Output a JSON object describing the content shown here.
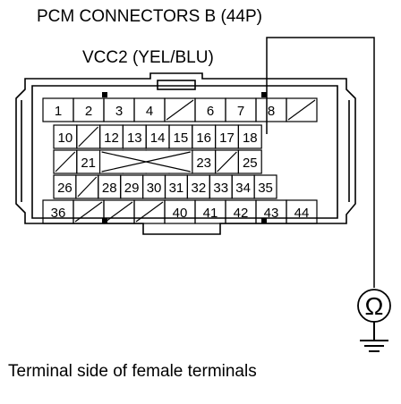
{
  "header": {
    "title": "PCM CONNECTORS B (44P)",
    "wire_label": "VCC2 (YEL/BLU)"
  },
  "footer": {
    "caption": "Terminal side of female terminals"
  },
  "meter": {
    "symbol": "Ω",
    "icon": "ohmmeter-icon"
  },
  "ground": {
    "icon": "ground-icon"
  },
  "probe_terminal": "18",
  "connector": {
    "rows": [
      [
        "1",
        "2",
        "3",
        "4",
        "/",
        "6",
        "7",
        "8",
        "/"
      ],
      [
        "10",
        "/",
        "12",
        "13",
        "14",
        "15",
        "16",
        "17",
        "18"
      ],
      [
        "/",
        "21",
        "X",
        "X",
        "X",
        "X",
        "23",
        "/",
        "25"
      ],
      [
        "26",
        "/",
        "28",
        "29",
        "30",
        "31",
        "32",
        "33",
        "34",
        "35"
      ],
      [
        "36",
        "/",
        "/",
        "/",
        "40",
        "41",
        "42",
        "43",
        "44"
      ]
    ]
  }
}
